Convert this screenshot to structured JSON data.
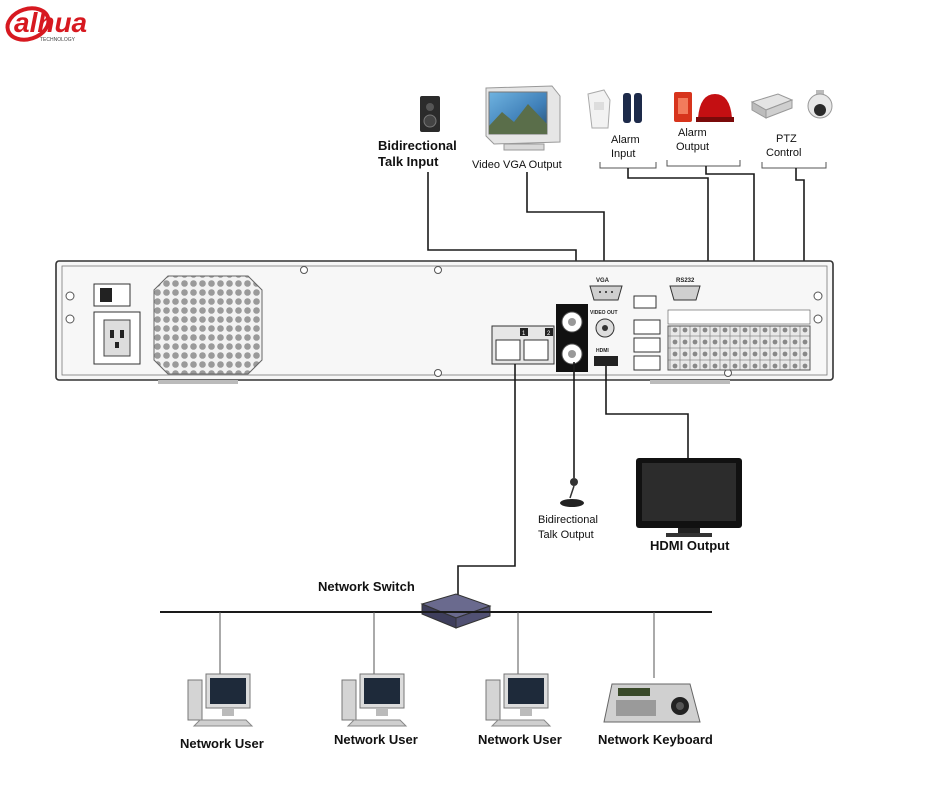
{
  "brand": {
    "name": "alhua",
    "tagline": "TECHNOLOGY",
    "color": "#d71920"
  },
  "labels": {
    "talk_input": [
      "Bidirectional",
      "Talk Input"
    ],
    "vga_output": "Video VGA Output",
    "alarm_input": [
      "Alarm",
      "Input"
    ],
    "alarm_output": [
      "Alarm",
      "Output"
    ],
    "ptz_control": [
      "PTZ",
      "Control"
    ],
    "talk_output": [
      "Bidirectional",
      "Talk Output"
    ],
    "hdmi_output": "HDMI Output",
    "network_switch": "Network Switch",
    "network_users": [
      "Network User",
      "Network User",
      "Network User"
    ],
    "network_keyboard": "Network Keyboard"
  },
  "panel_text": {
    "vga": "VGA",
    "rs232": "RS232",
    "video_out": "VIDEO OUT",
    "hdmi": "HDMI",
    "eth_ports": [
      "1",
      "2"
    ]
  }
}
